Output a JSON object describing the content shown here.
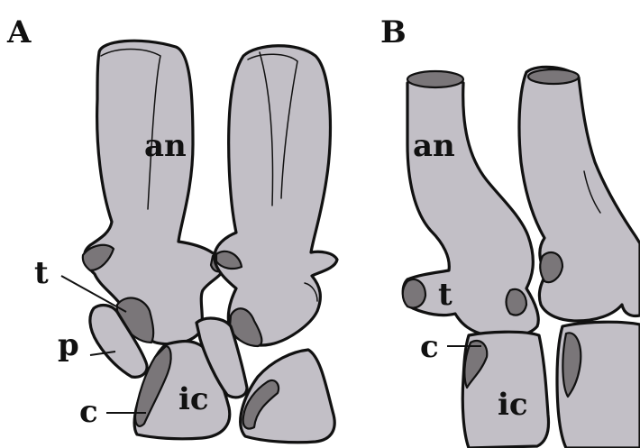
{
  "panels": {
    "a": {
      "label": "A",
      "parts": {
        "an": "an",
        "t": "t",
        "p": "p",
        "c": "c",
        "ic": "ic"
      }
    },
    "b": {
      "label": "B",
      "parts": {
        "an": "an",
        "t": "t",
        "c": "c",
        "ic": "ic"
      }
    }
  },
  "colors": {
    "bone": "#c2bfc6",
    "facet": "#7a7679",
    "outline": "#111111"
  }
}
